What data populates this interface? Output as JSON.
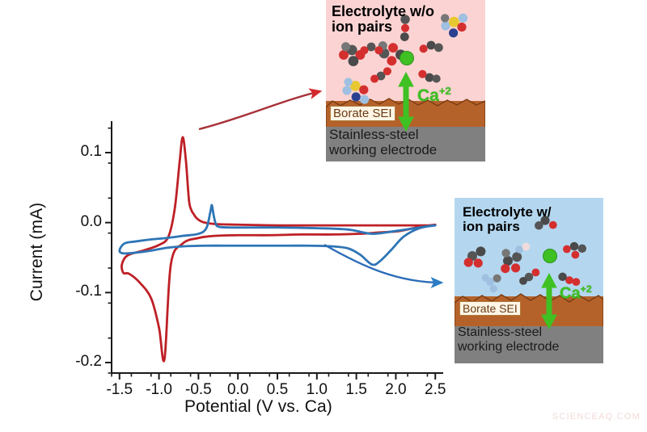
{
  "figure": {
    "watermark": "SCIENCEAQ.COM"
  },
  "chart_data": {
    "type": "line",
    "title": "",
    "xlabel": "Potential (V vs. Ca)",
    "ylabel": "Current (mA)",
    "xlim": [
      -1.6,
      2.6
    ],
    "ylim": [
      -0.215,
      0.145
    ],
    "xticks": [
      "-1.5",
      "-1.0",
      "-0.5",
      "0.0",
      "0.5",
      "1.0",
      "1.5",
      "2.0",
      "2.5"
    ],
    "xtick_values": [
      -1.5,
      -1.0,
      -0.5,
      0.0,
      0.5,
      1.0,
      1.5,
      2.0,
      2.5
    ],
    "yticks": [
      "0.1",
      "0.0",
      "-0.1",
      "-0.2"
    ],
    "ytick_values": [
      0.1,
      0.0,
      -0.1,
      -0.2
    ],
    "minor_tick_step_x": 0.25,
    "minor_tick_step_y": 0.05,
    "grid": false,
    "legend": "none",
    "axis_style": "left-and-bottom-spines",
    "series": [
      {
        "name": "Electrolyte w/o ion pairs",
        "color": "#be2026",
        "description": "Cyclic voltammogram with large anodic stripping peak near -0.70 V (+0.122 mA) and deep cathodic plating peak near -0.93 V (-0.195 mA)",
        "anodic_peak": {
          "x": -0.7,
          "y": 0.122
        },
        "anodic_shoulder": {
          "x": -0.56,
          "y": 0.012
        },
        "cathodic_peak": {
          "x": -0.93,
          "y": -0.195
        },
        "cathodic_shoulder": {
          "x": -1.43,
          "y": -0.072
        },
        "baseline_y": -0.017,
        "points": [
          [
            2.5,
            -0.003
          ],
          [
            2.3,
            -0.006
          ],
          [
            2.05,
            -0.012
          ],
          [
            1.8,
            -0.014
          ],
          [
            1.55,
            -0.016
          ],
          [
            1.2,
            -0.017
          ],
          [
            0.8,
            -0.017
          ],
          [
            0.4,
            -0.018
          ],
          [
            0.0,
            -0.018
          ],
          [
            -0.3,
            -0.019
          ],
          [
            -0.5,
            -0.022
          ],
          [
            -0.7,
            -0.03
          ],
          [
            -0.85,
            -0.06
          ],
          [
            -0.93,
            -0.195
          ],
          [
            -1.0,
            -0.15
          ],
          [
            -1.1,
            -0.108
          ],
          [
            -1.25,
            -0.085
          ],
          [
            -1.38,
            -0.073
          ],
          [
            -1.45,
            -0.072
          ],
          [
            -1.47,
            -0.06
          ],
          [
            -1.4,
            -0.047
          ],
          [
            -1.2,
            -0.04
          ],
          [
            -1.0,
            -0.032
          ],
          [
            -0.88,
            -0.02
          ],
          [
            -0.8,
            0.02
          ],
          [
            -0.74,
            0.085
          ],
          [
            -0.7,
            0.122
          ],
          [
            -0.66,
            0.09
          ],
          [
            -0.62,
            0.032
          ],
          [
            -0.59,
            0.018
          ],
          [
            -0.56,
            0.012
          ],
          [
            -0.52,
            0.006
          ],
          [
            -0.45,
            0.001
          ],
          [
            -0.3,
            -0.002
          ],
          [
            0.0,
            -0.003
          ],
          [
            0.5,
            -0.004
          ],
          [
            1.0,
            -0.004
          ],
          [
            1.5,
            -0.004
          ],
          [
            2.0,
            -0.004
          ],
          [
            2.45,
            -0.004
          ]
        ],
        "inner_cycle_end_x": 0.5
      },
      {
        "name": "Electrolyte w/ ion pairs",
        "color": "#2e75b6",
        "description": "Cyclic voltammogram with small anodic peak near -0.33 V (+0.025 mA) and shallow flat cathodic current around -0.033 mA",
        "anodic_peak": {
          "x": -0.33,
          "y": 0.025
        },
        "cathodic_min": {
          "x": -1.4,
          "y": -0.043
        },
        "baseline_y": -0.033,
        "points": [
          [
            2.5,
            -0.004
          ],
          [
            2.3,
            -0.008
          ],
          [
            2.1,
            -0.02
          ],
          [
            1.95,
            -0.038
          ],
          [
            1.8,
            -0.055
          ],
          [
            1.7,
            -0.06
          ],
          [
            1.55,
            -0.046
          ],
          [
            1.4,
            -0.037
          ],
          [
            1.2,
            -0.034
          ],
          [
            0.9,
            -0.033
          ],
          [
            0.5,
            -0.033
          ],
          [
            0.0,
            -0.033
          ],
          [
            -0.4,
            -0.033
          ],
          [
            -0.7,
            -0.034
          ],
          [
            -0.9,
            -0.036
          ],
          [
            -1.1,
            -0.04
          ],
          [
            -1.3,
            -0.043
          ],
          [
            -1.45,
            -0.044
          ],
          [
            -1.5,
            -0.04
          ],
          [
            -1.44,
            -0.03
          ],
          [
            -1.3,
            -0.027
          ],
          [
            -1.1,
            -0.024
          ],
          [
            -0.9,
            -0.022
          ],
          [
            -0.7,
            -0.019
          ],
          [
            -0.5,
            -0.016
          ],
          [
            -0.4,
            -0.008
          ],
          [
            -0.35,
            0.015
          ],
          [
            -0.33,
            0.025
          ],
          [
            -0.31,
            0.012
          ],
          [
            -0.28,
            -0.002
          ],
          [
            -0.24,
            -0.006
          ],
          [
            -0.1,
            -0.007
          ],
          [
            0.2,
            -0.007
          ],
          [
            0.5,
            -0.007
          ],
          [
            1.0,
            -0.008
          ],
          [
            1.4,
            -0.01
          ],
          [
            1.7,
            -0.016
          ],
          [
            2.0,
            -0.012
          ],
          [
            2.3,
            -0.007
          ],
          [
            2.48,
            -0.004
          ]
        ],
        "inner_cycle_end_x": 0.5
      }
    ]
  },
  "insets": {
    "top": {
      "name": "electrolyte-without-ion-pairs",
      "title": "Electrolyte w/o\nion pairs",
      "bg_color": "#fbd3d3",
      "sei_label": "Borate SEI",
      "sei_color": "#b5622a",
      "electrode_label": "Stainless-steel\nworking electrode",
      "electrode_color": "#808080",
      "ion_label": "Ca",
      "ion_charge": "+2",
      "ion_color": "#3fc023"
    },
    "bottom": {
      "name": "electrolyte-with-ion-pairs",
      "title": "Electrolyte w/\nion pairs",
      "bg_color": "#b4d7ef",
      "sei_label": "Borate SEI",
      "sei_color": "#b5622a",
      "electrode_label": "Stainless-steel\nworking electrode",
      "electrode_color": "#808080",
      "ion_label": "Ca",
      "ion_charge": "+2",
      "ion_color": "#3fc023"
    }
  },
  "annotations": {
    "arrow_top": {
      "name": "red-callout-arrow",
      "color": "#be2026"
    },
    "arrow_bottom": {
      "name": "blue-callout-arrow",
      "color": "#2e75b6"
    }
  }
}
